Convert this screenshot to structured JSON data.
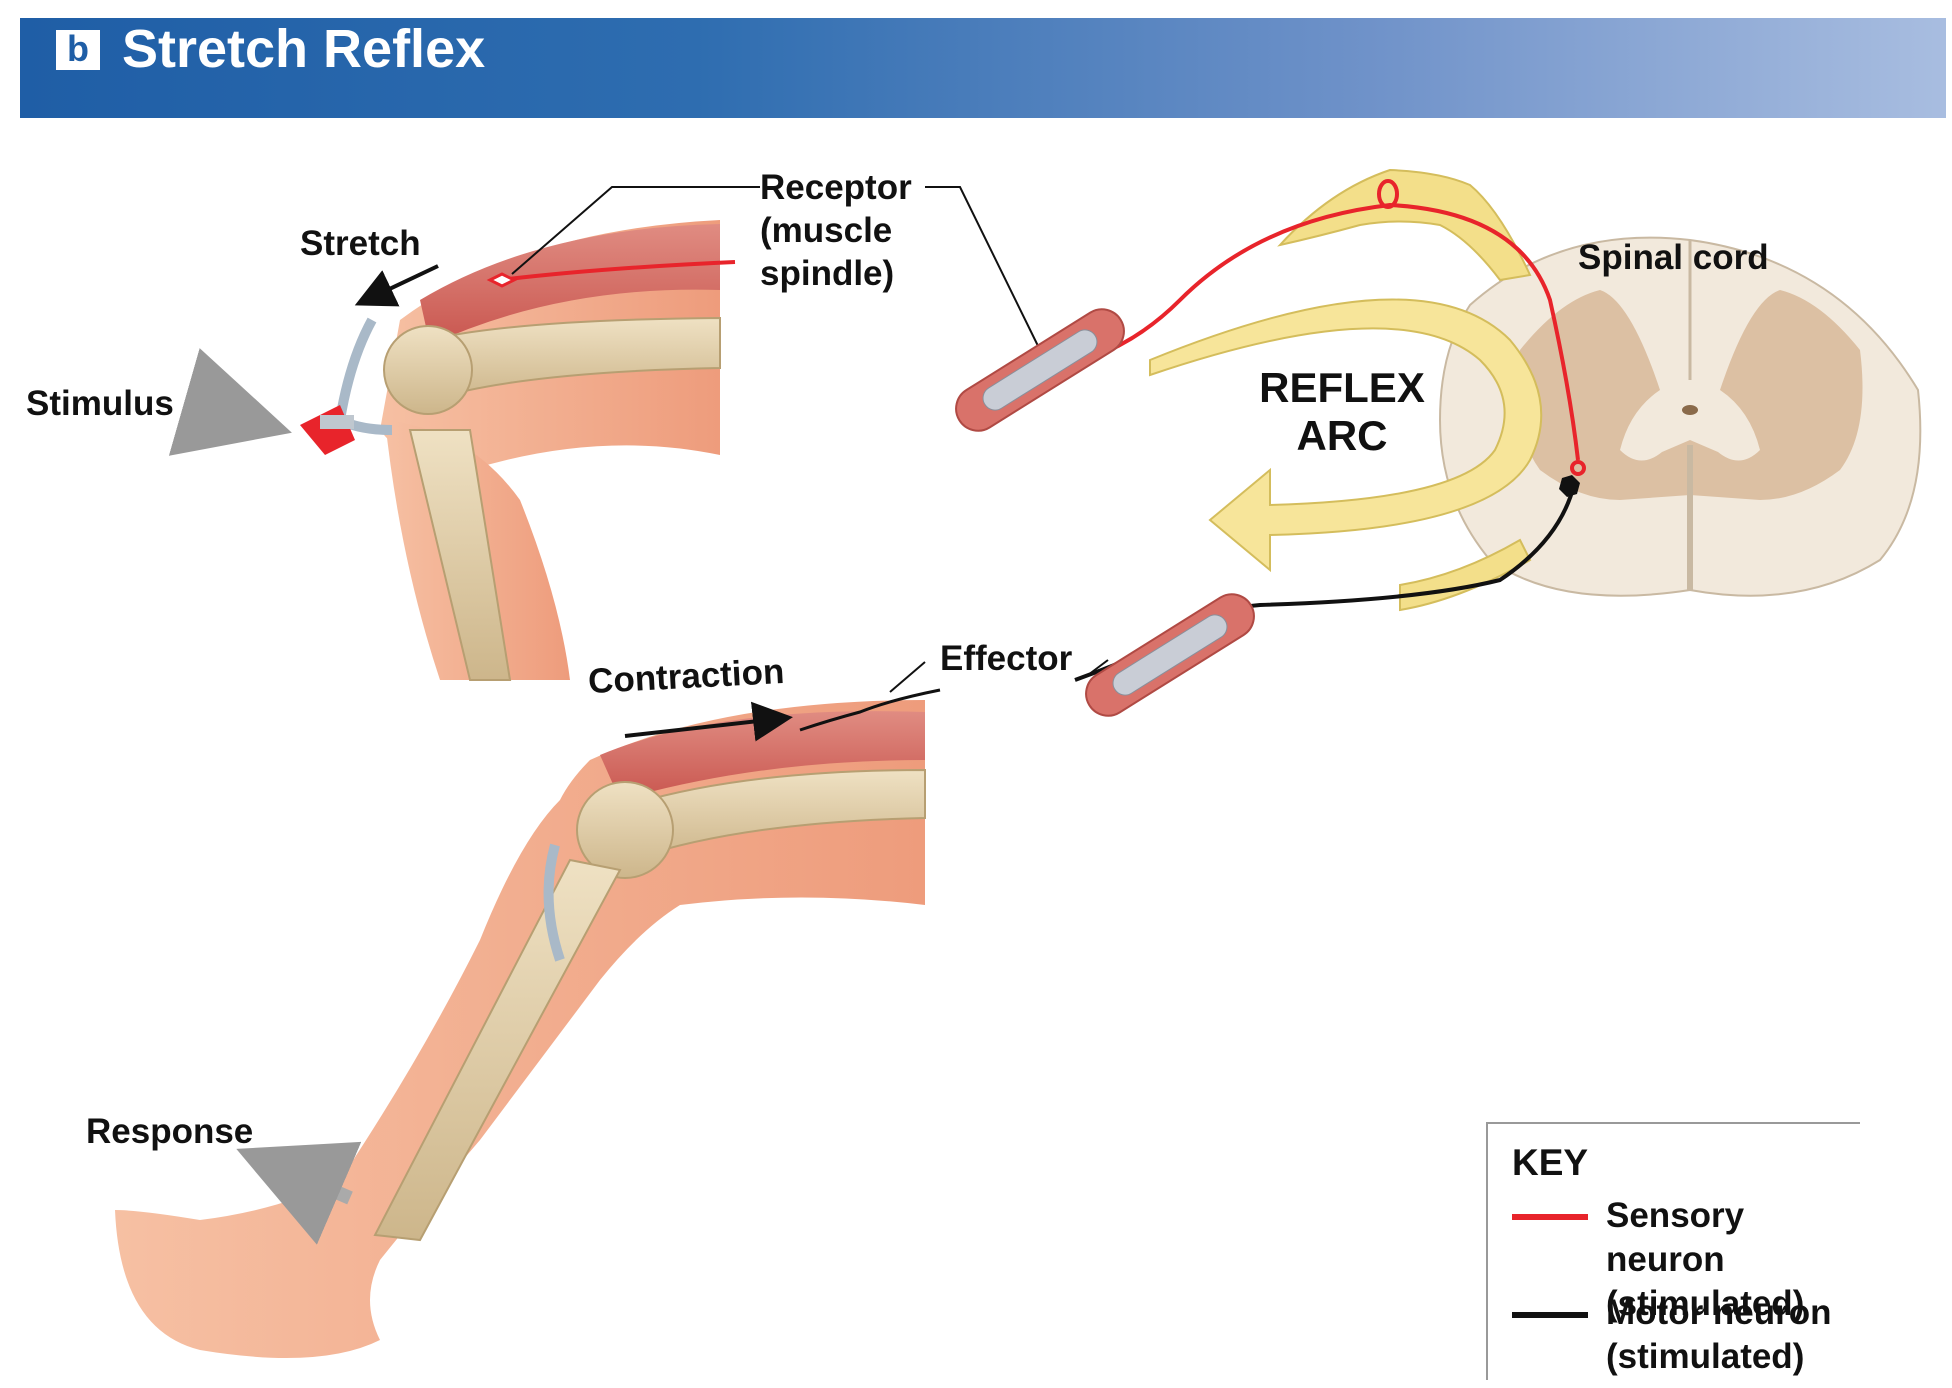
{
  "header": {
    "badge": "b",
    "title": "Stretch Reflex"
  },
  "labels": {
    "stretch": "Stretch",
    "stimulus": "Stimulus",
    "receptor": "Receptor\n(muscle\nspindle)",
    "spinal_cord": "Spinal cord",
    "reflex_arc": "REFLEX\nARC",
    "contraction": "Contraction",
    "effector": "Effector",
    "response": "Response"
  },
  "key": {
    "title": "KEY",
    "items": [
      {
        "label": "Sensory neuron\n(stimulated)",
        "color": "#e8242b"
      },
      {
        "label": "Motor neuron\n(stimulated)",
        "color": "#111111"
      }
    ]
  },
  "colors": {
    "banner": "#1f5ea6",
    "muscle": "#d9726a",
    "bone": "#e6d3ae",
    "skin": "#f0a483",
    "ganglion": "#f3df8a",
    "gray_matter": "#dcc0a3",
    "white_matter": "#f2e9dc"
  }
}
